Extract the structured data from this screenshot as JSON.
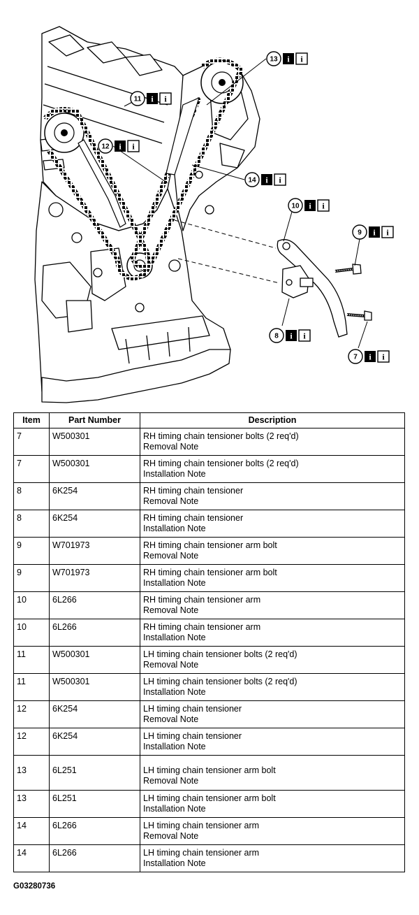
{
  "diagram": {
    "callouts": [
      {
        "number": "13",
        "info_icons": [
          "info-filled-icon",
          "info-outline-icon"
        ]
      },
      {
        "number": "11",
        "info_icons": [
          "info-filled-icon",
          "info-outline-icon"
        ]
      },
      {
        "number": "12",
        "info_icons": [
          "info-filled-icon",
          "info-outline-icon"
        ]
      },
      {
        "number": "14",
        "info_icons": [
          "info-filled-icon",
          "info-outline-icon"
        ]
      },
      {
        "number": "10",
        "info_icons": [
          "info-filled-icon",
          "info-outline-icon"
        ]
      },
      {
        "number": "9",
        "info_icons": [
          "info-filled-icon",
          "info-outline-icon"
        ]
      },
      {
        "number": "8",
        "info_icons": [
          "info-filled-icon",
          "info-outline-icon"
        ]
      },
      {
        "number": "7",
        "info_icons": [
          "info-filled-icon",
          "info-outline-icon"
        ]
      }
    ],
    "info_glyph": "i"
  },
  "table": {
    "headers": {
      "item": "Item",
      "part_number": "Part Number",
      "description": "Description"
    },
    "rows": [
      {
        "item": "7",
        "part": "W500301",
        "desc": "RH timing chain tensioner bolts (2 req'd)",
        "note": "Removal Note"
      },
      {
        "item": "7",
        "part": "W500301",
        "desc": "RH timing chain tensioner bolts (2 req'd)",
        "note": "Installation Note"
      },
      {
        "item": "8",
        "part": "6K254",
        "desc": "RH timing chain tensioner",
        "note": "Removal Note"
      },
      {
        "item": "8",
        "part": "6K254",
        "desc": "RH timing chain tensioner",
        "note": "Installation Note"
      },
      {
        "item": "9",
        "part": "W701973",
        "desc": "RH timing chain tensioner arm bolt",
        "note": "Removal Note"
      },
      {
        "item": "9",
        "part": "W701973",
        "desc": "RH timing chain tensioner arm bolt",
        "note": "Installation Note"
      },
      {
        "item": "10",
        "part": "6L266",
        "desc": "RH timing chain tensioner arm",
        "note": "Removal Note"
      },
      {
        "item": "10",
        "part": "6L266",
        "desc": "RH timing chain tensioner arm",
        "note": "Installation Note"
      },
      {
        "item": "11",
        "part": "W500301",
        "desc": "LH timing chain tensioner bolts (2 req'd)",
        "note": "Removal Note"
      },
      {
        "item": "11",
        "part": "W500301",
        "desc": "LH timing chain tensioner bolts (2 req'd)",
        "note": "Installation Note"
      },
      {
        "item": "12",
        "part": "6K254",
        "desc": "LH timing chain tensioner",
        "note": "Removal Note"
      },
      {
        "item": "12",
        "part": "6K254",
        "desc": "LH timing chain tensioner",
        "note": "Installation Note"
      },
      {
        "item": "13",
        "part": "6L251",
        "desc": "LH timing chain tensioner arm bolt",
        "note": "Removal Note"
      },
      {
        "item": "13",
        "part": "6L251",
        "desc": "LH timing chain tensioner arm bolt",
        "note": "Installation Note"
      },
      {
        "item": "14",
        "part": "6L266",
        "desc": "LH timing chain tensioner arm",
        "note": "Removal Note"
      },
      {
        "item": "14",
        "part": "6L266",
        "desc": "LH timing chain tensioner arm",
        "note": "Installation Note"
      }
    ]
  },
  "figure_id": "G03280736"
}
